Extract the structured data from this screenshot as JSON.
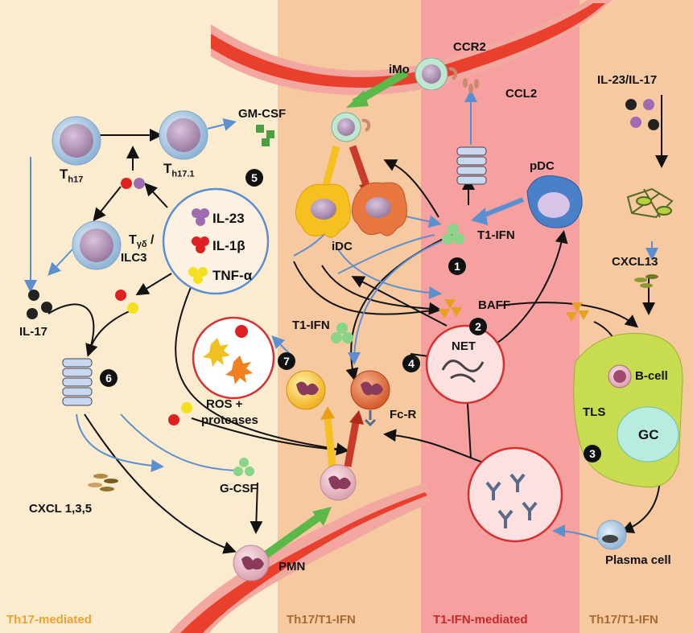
{
  "zones": {
    "th17": "Th17-mediated",
    "mixed_left": "Th17/T1-IFN",
    "t1": "T1-IFN-mediated",
    "mixed_right": "Th17/T1-IFN"
  },
  "labels": {
    "th17": "T",
    "th17_sub": "h17",
    "th171": "T",
    "th171_sub": "h17.1",
    "tgd": "T",
    "tgd_sub": "γδ",
    "tgd_slash": "/",
    "ilc3": "ILC3",
    "il17": "IL-17",
    "gmcsf": "GM-CSF",
    "il23": "IL-23",
    "il1b": "IL-1β",
    "tnfa": "TNF-α",
    "imo": "iMo",
    "ccr2": "CCR2",
    "ccl2": "CCL2",
    "idc": "iDC",
    "t1ifn_right": "T1-IFN",
    "pdc": "pDC",
    "baff": "BAFF",
    "t1ifn_left": "T1-IFN",
    "net": "NET",
    "fcr": "Fc-R",
    "ros": "ROS +",
    "proteases": "proteases",
    "gcsf": "G-CSF",
    "cxcl135": "CXCL 1,3,5",
    "pmn": "PMN",
    "il23il17": "IL-23/IL-17",
    "cxcl13": "CXCL13",
    "bcell": "B-cell",
    "tls": "TLS",
    "gc": "GC",
    "plasma": "Plasma cell"
  },
  "steps": [
    "1",
    "2",
    "3",
    "4",
    "5",
    "6",
    "7"
  ],
  "colors": {
    "zone_th17": "#fbeccf",
    "zone_mixed": "#f7c9a0",
    "zone_t1": "#f6a0a0",
    "vessel": "#e8402c",
    "vessel_wall": "#f3a7a1",
    "arrow_blue": "#5b8fd0",
    "arrow_green": "#5bb94a",
    "label_orange": "#f0a030",
    "label_brown": "#a86a30",
    "label_red": "#c82828"
  }
}
